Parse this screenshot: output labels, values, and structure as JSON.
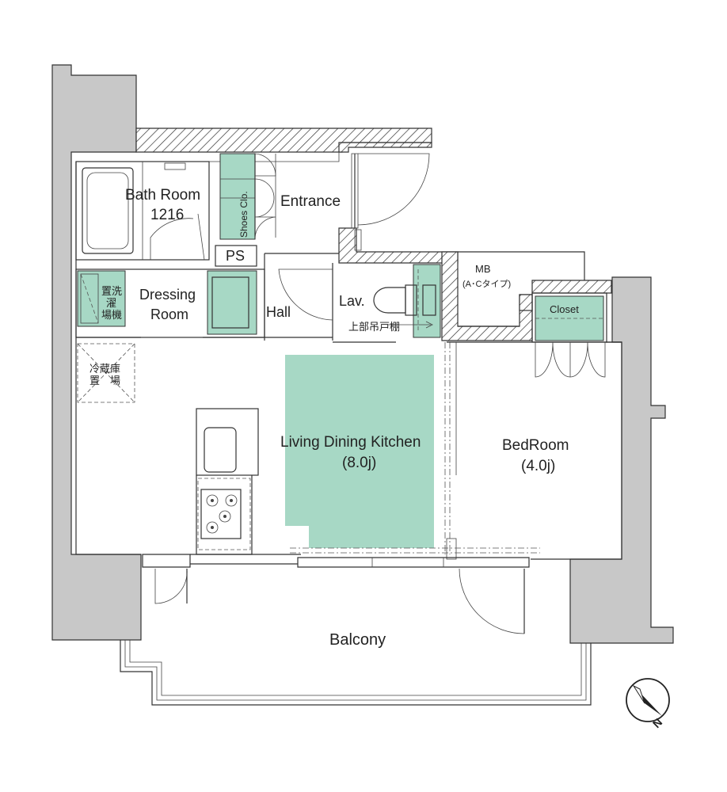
{
  "rooms": {
    "bath_room": "Bath Room",
    "bath_size": "1216",
    "shoes_closet": "Shoes Clo.",
    "entrance": "Entrance",
    "ps": "PS",
    "washer_space": [
      "置洗",
      "濯",
      "場機"
    ],
    "dressing_room": [
      "Dressing",
      "Room"
    ],
    "hall": "Hall",
    "lav": "Lav.",
    "upper_cabinet": "上部吊戸棚",
    "mb": "MB",
    "mb_type": "(A･Cタイプ)",
    "closet": "Closet",
    "fridge_space": [
      "冷蔵庫",
      "置　場"
    ],
    "ldk": "Living Dining Kitchen",
    "ldk_size": "(8.0j)",
    "bedroom": "BedRoom",
    "bedroom_size": "(4.0j)",
    "balcony": "Balcony"
  },
  "compass": {
    "letter": "N",
    "icon": "north-arrow-icon"
  },
  "colors": {
    "accent_green": "#a7d8c5",
    "wall_gray": "#c8c8c8",
    "line": "#333333"
  }
}
